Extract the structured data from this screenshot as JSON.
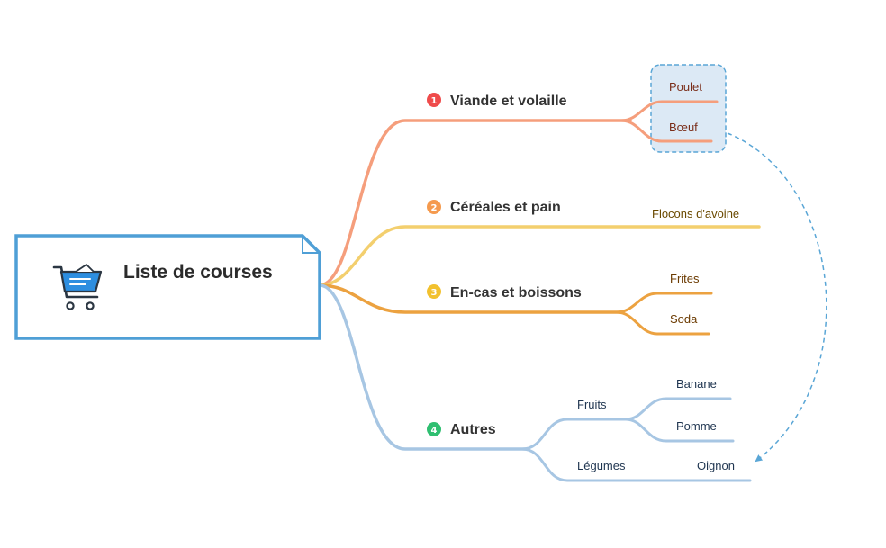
{
  "root": {
    "title": "Liste de courses",
    "icon": "shopping-cart-icon"
  },
  "colors": {
    "root_border": "#4f9fd6",
    "viande": "#f59e7c",
    "cereales": "#f3cf6e",
    "encas": "#eca240",
    "autres": "#a7c6e3",
    "highlight_fill": "#dce9f5",
    "highlight_border": "#5aa6d6",
    "relation": "#5aa6d6"
  },
  "branches": [
    {
      "number": "1",
      "label": "Viande et volaille",
      "badge_color": "#ef4b4b",
      "leaves": [
        "Poulet",
        "Bœuf"
      ]
    },
    {
      "number": "2",
      "label": "Céréales et pain",
      "badge_color": "#f59a4e",
      "leaves": [
        "Flocons d'avoine"
      ]
    },
    {
      "number": "3",
      "label": "En-cas et boissons",
      "badge_color": "#f2c12e",
      "leaves": [
        "Frites",
        "Soda"
      ]
    },
    {
      "number": "4",
      "label": "Autres",
      "badge_color": "#2fbf71",
      "subs": [
        {
          "label": "Fruits",
          "leaves": [
            "Banane",
            "Pomme"
          ]
        },
        {
          "label": "Légumes",
          "leaves": [
            "Oignon"
          ]
        }
      ]
    }
  ]
}
